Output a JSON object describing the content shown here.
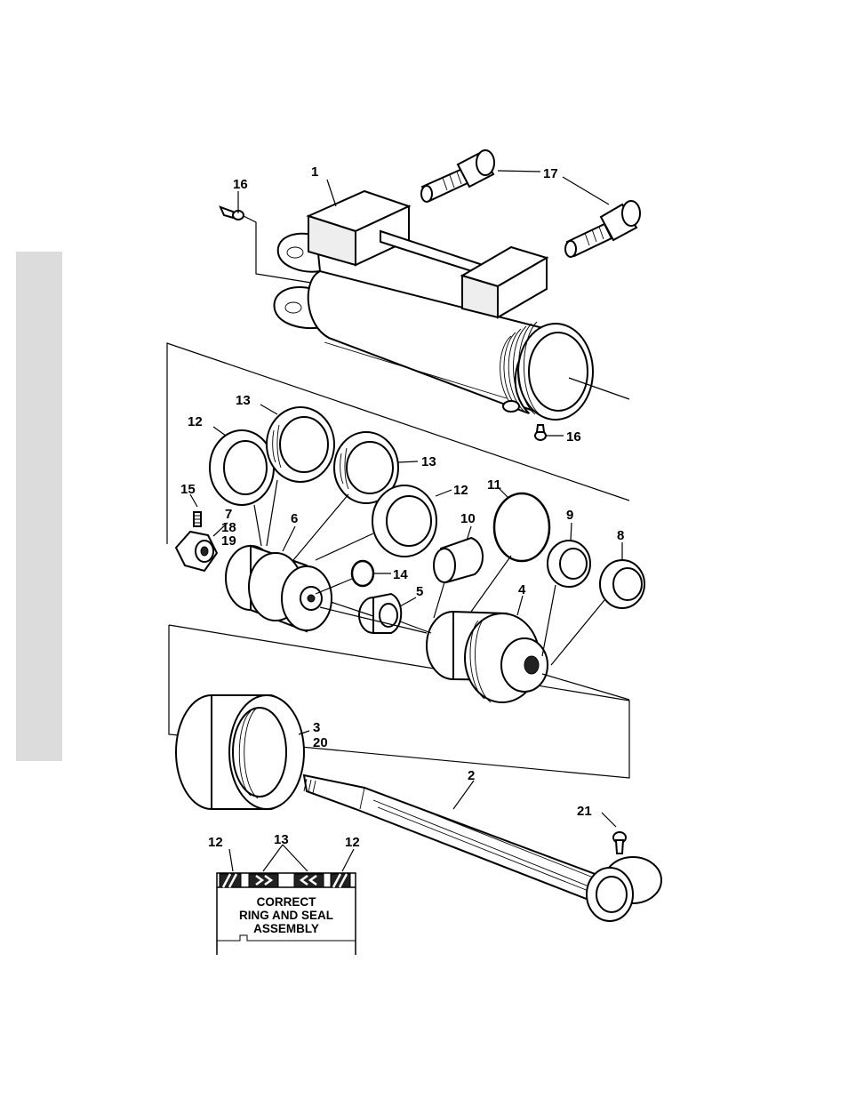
{
  "callouts": {
    "c1": "1",
    "c2": "2",
    "c3": "3",
    "c4": "4",
    "c5": "5",
    "c6": "6",
    "c7": "7",
    "c8": "8",
    "c9": "9",
    "c10": "10",
    "c11": "11",
    "c12a": "12",
    "c12b": "12",
    "c13a": "13",
    "c13b": "13",
    "c14": "14",
    "c15": "15",
    "c16a": "16",
    "c16b": "16",
    "c17": "17",
    "c18": "18",
    "c19": "19",
    "c20": "20",
    "c21": "21"
  },
  "inset": {
    "label_12_left": "12",
    "label_13": "13",
    "label_12_right": "12",
    "caption_line1": "CORRECT",
    "caption_line2": "RING AND SEAL",
    "caption_line3": "ASSEMBLY"
  }
}
